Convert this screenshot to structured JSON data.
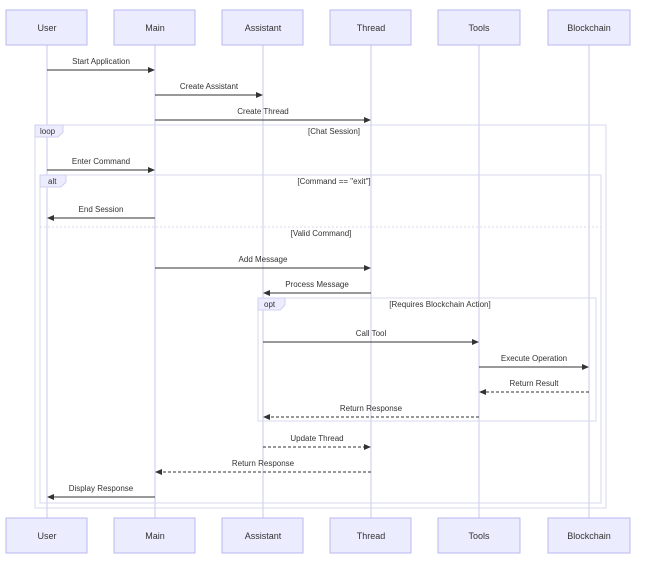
{
  "participants": [
    {
      "id": "user",
      "label": "User"
    },
    {
      "id": "main",
      "label": "Main"
    },
    {
      "id": "assistant",
      "label": "Assistant"
    },
    {
      "id": "thread",
      "label": "Thread"
    },
    {
      "id": "tools",
      "label": "Tools"
    },
    {
      "id": "blockchain",
      "label": "Blockchain"
    }
  ],
  "messages": [
    {
      "from": "user",
      "to": "main",
      "label": "Start Application",
      "style": "solid"
    },
    {
      "from": "main",
      "to": "assistant",
      "label": "Create Assistant",
      "style": "solid"
    },
    {
      "from": "main",
      "to": "thread",
      "label": "Create Thread",
      "style": "solid"
    },
    {
      "from": "user",
      "to": "main",
      "label": "Enter Command",
      "style": "solid"
    },
    {
      "from": "main",
      "to": "user",
      "label": "End Session",
      "style": "solid"
    },
    {
      "from": "main",
      "to": "thread",
      "label": "Add Message",
      "style": "solid"
    },
    {
      "from": "thread",
      "to": "assistant",
      "label": "Process Message",
      "style": "solid"
    },
    {
      "from": "assistant",
      "to": "tools",
      "label": "Call Tool",
      "style": "solid"
    },
    {
      "from": "tools",
      "to": "blockchain",
      "label": "Execute Operation",
      "style": "solid"
    },
    {
      "from": "blockchain",
      "to": "tools",
      "label": "Return Result",
      "style": "dashed"
    },
    {
      "from": "tools",
      "to": "assistant",
      "label": "Return Response",
      "style": "dashed"
    },
    {
      "from": "assistant",
      "to": "thread",
      "label": "Update Thread",
      "style": "dashed"
    },
    {
      "from": "thread",
      "to": "main",
      "label": "Return Response",
      "style": "dashed"
    },
    {
      "from": "main",
      "to": "user",
      "label": "Display Response",
      "style": "solid"
    }
  ],
  "fragments": {
    "loop": {
      "tag": "loop",
      "condition": "[Chat Session]"
    },
    "alt": {
      "tag": "alt",
      "condition": "[Command == \"exit\"]",
      "else_condition": "[Valid Command]"
    },
    "opt": {
      "tag": "opt",
      "condition": "[Requires Blockchain Action]"
    }
  },
  "colors": {
    "actor_fill": "#ececff",
    "actor_border": "#b9b9f0",
    "lifeline": "#c8c8ee",
    "arrow": "#333333"
  }
}
